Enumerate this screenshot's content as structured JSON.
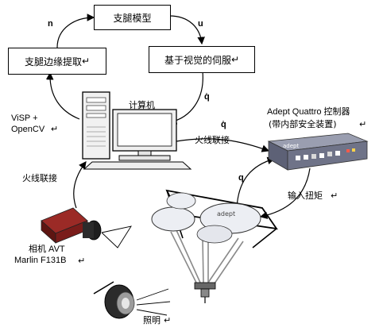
{
  "boxes": {
    "model": "支腿模型",
    "edge_extract": "支腿边缘提取",
    "servo": "基于视觉的伺服"
  },
  "edges": {
    "n": "n",
    "u": "u",
    "q_dot_servo": "q̇",
    "q_dot_ctrl": "q̇",
    "q": "q",
    "return_mark": "↵"
  },
  "labels": {
    "visp_1": "ViSP +",
    "visp_2": "OpenCV",
    "computer": "计算机",
    "firewire_top": "火线联接",
    "firewire_left": "火线联接",
    "controller_1": "Adept Quattro 控制器",
    "controller_2": "(带内部安全装置)",
    "torque": "输入扭矩",
    "camera_1": "相机 AVT",
    "camera_2": "Marlin F131B",
    "lighting": "照明"
  },
  "device_text": {
    "controller_brand": "adept",
    "robot_brand": "adept"
  },
  "colors": {
    "line": "#000000",
    "camera_body": "#7a1c1a",
    "controller_body": "#6f7388",
    "robot_white": "#eceef3"
  }
}
